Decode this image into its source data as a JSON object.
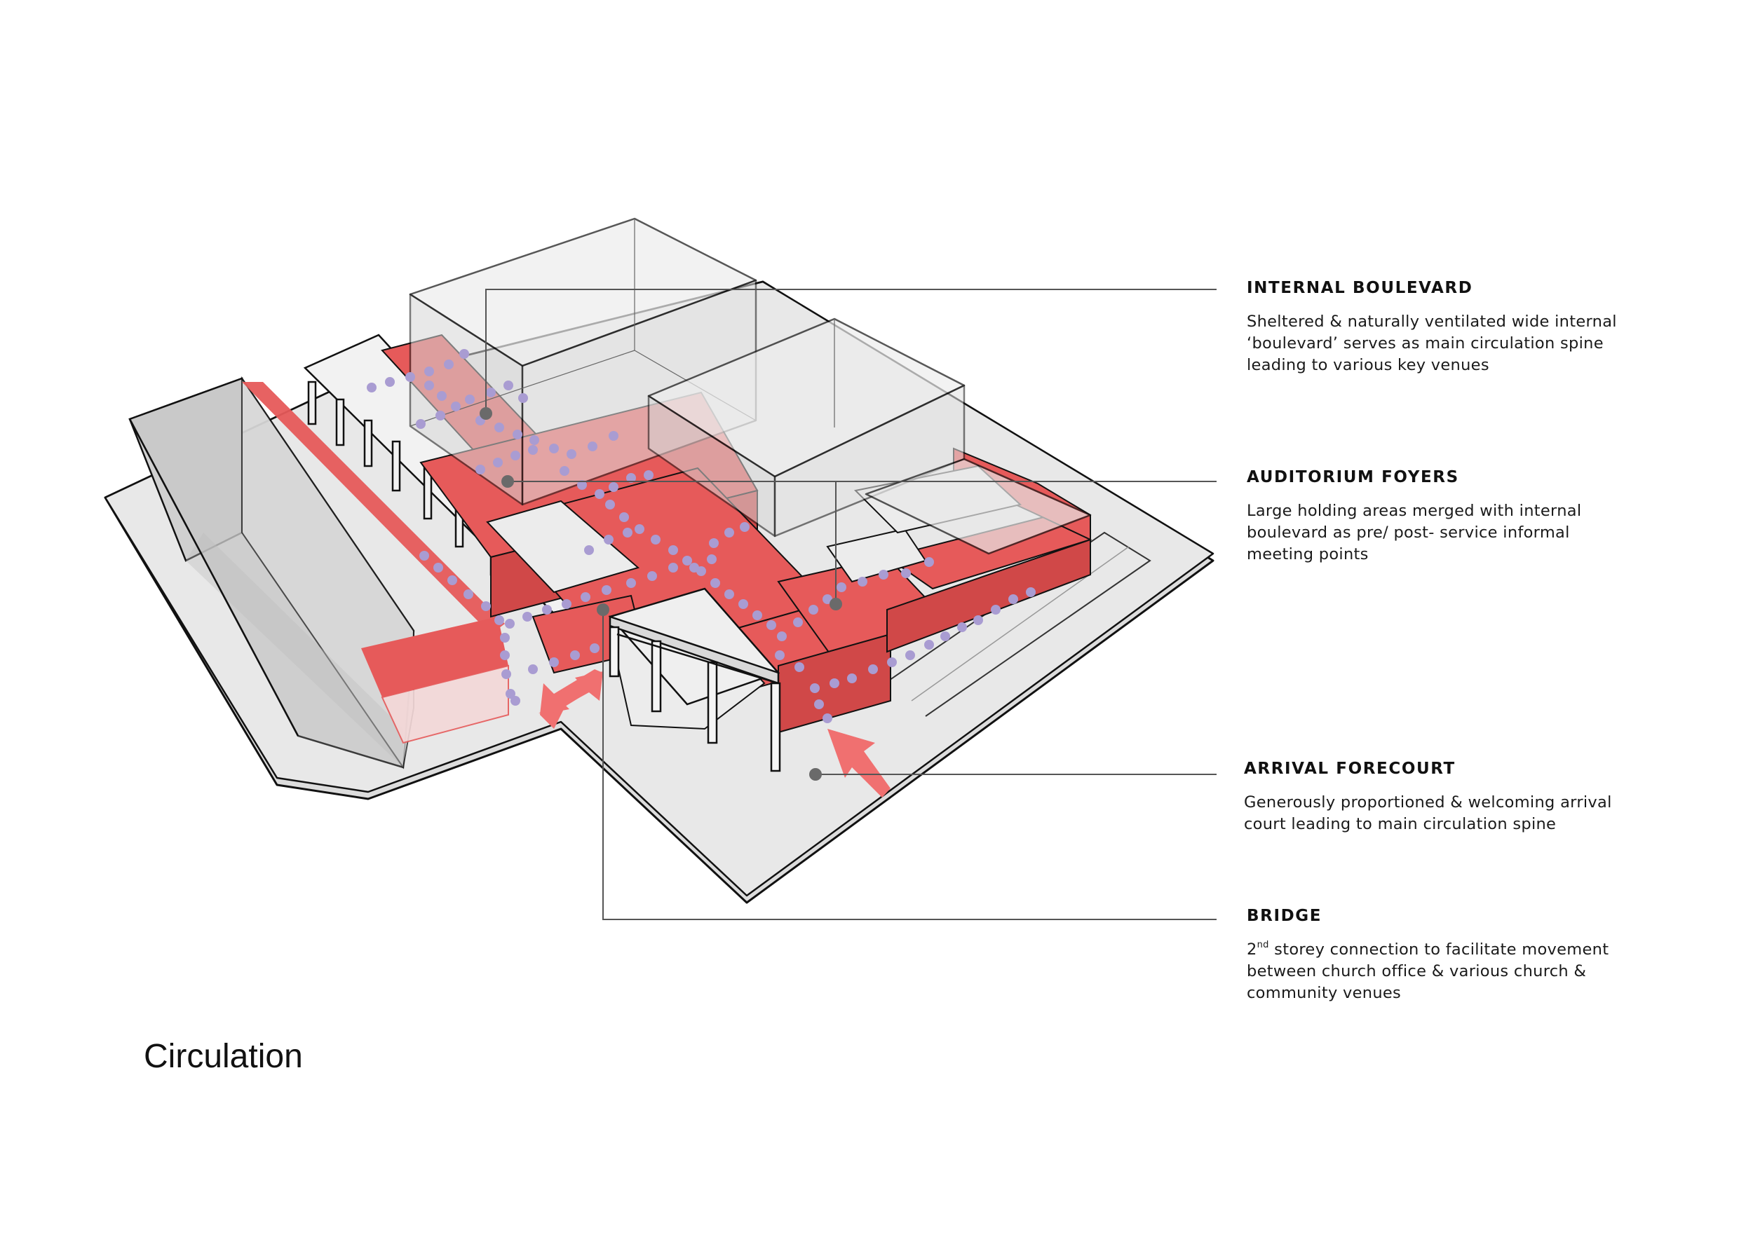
{
  "figure_title": "Circulation",
  "colors": {
    "circulation_red": "#e65a5a",
    "arrow_salmon": "#f07070",
    "dot_lavender": "#a99cd2",
    "massing_grey": "#e6e6e6",
    "leader_line": "#555555",
    "marker_dot": "#6a6a6a"
  },
  "callouts": [
    {
      "id": "internal-boulevard",
      "title": "INTERNAL BOULEVARD",
      "body": "Sheltered & naturally ventilated wide internal ‘boulevard’ serves as main circulation spine leading to various key venues"
    },
    {
      "id": "auditorium-foyers",
      "title": "AUDITORIUM FOYERS",
      "body": "Large holding areas merged with internal boulevard as pre/ post- service informal meeting points"
    },
    {
      "id": "arrival-forecourt",
      "title": "ARRIVAL FORECOURT",
      "body": "Generously proportioned & welcoming arrival court leading to main circulation spine"
    },
    {
      "id": "bridge",
      "title": "BRIDGE",
      "body_prefix": "2",
      "body_superscript": "nd",
      "body": " storey connection to facilitate movement between church office & various church & community venues"
    }
  ]
}
